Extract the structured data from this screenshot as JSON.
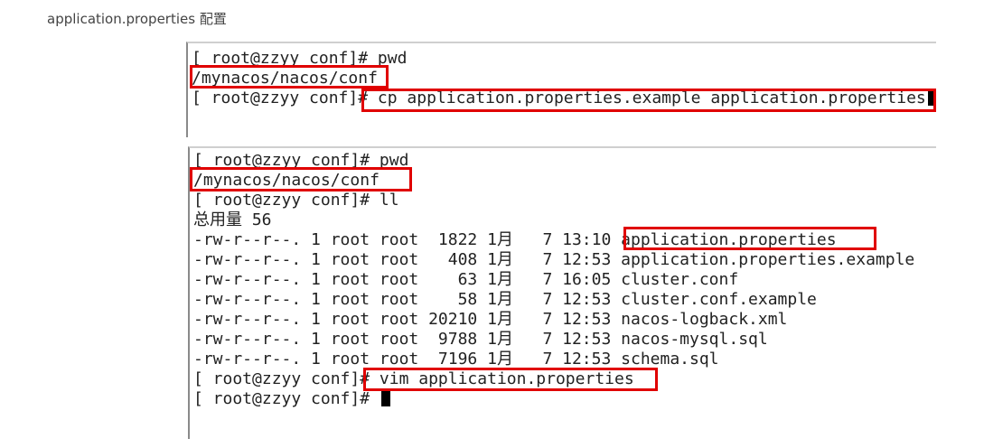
{
  "caption": "application.properties 配置",
  "terminal1": {
    "lines": [
      "[ root@zzyy conf]# pwd",
      "/mynacos/nacos/conf",
      "[ root@zzyy conf]# cp application.properties.example application.properties"
    ]
  },
  "terminal2": {
    "lines": [
      "[ root@zzyy conf]# pwd",
      "/mynacos/nacos/conf",
      "[ root@zzyy conf]# ll",
      "总用量 56",
      "-rw-r--r--. 1 root root  1822 1月   7 13:10 application.properties",
      "-rw-r--r--. 1 root root   408 1月   7 12:53 application.properties.example",
      "-rw-r--r--. 1 root root    63 1月   7 16:05 cluster.conf",
      "-rw-r--r--. 1 root root    58 1月   7 12:53 cluster.conf.example",
      "-rw-r--r--. 1 root root 20210 1月   7 12:53 nacos-logback.xml",
      "-rw-r--r--. 1 root root  9788 1月   7 12:53 nacos-mysql.sql",
      "-rw-r--r--. 1 root root  7196 1月   7 12:53 schema.sql",
      "[ root@zzyy conf]# vim application.properties",
      "[ root@zzyy conf]# "
    ]
  },
  "colors": {
    "highlight": "#e00000",
    "text": "#222222",
    "cursor": "#000000"
  }
}
